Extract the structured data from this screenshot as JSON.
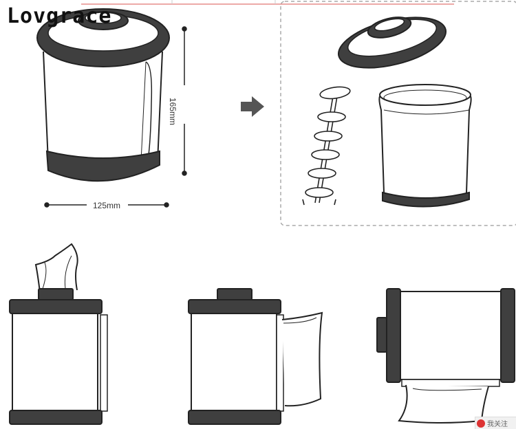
{
  "brand": {
    "name": "Lovgrace"
  },
  "dimensions": {
    "height": "165mm",
    "width": "125mm"
  },
  "corner_badge": {
    "text": "我关注"
  },
  "colors": {
    "rim": "#3f3f3f",
    "outline": "#222222",
    "dashed_box": "#aaaaaa",
    "arrow": "#555555"
  },
  "icons": {
    "arrow": "right-arrow-icon",
    "badge": "red-circle-icon"
  }
}
